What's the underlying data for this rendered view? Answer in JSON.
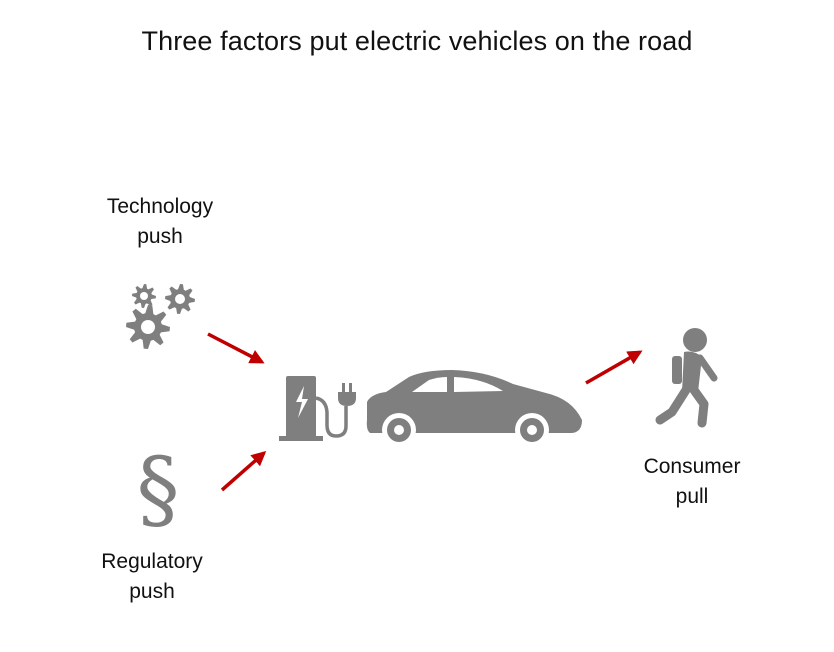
{
  "title": "Three factors put electric vehicles on the road",
  "nodes": {
    "technology": {
      "line1": "Technology",
      "line2": "push",
      "icon": "gears-icon"
    },
    "regulatory": {
      "line1": "Regulatory",
      "line2": "push",
      "icon": "section-sign-icon",
      "glyph": "§"
    },
    "consumer": {
      "line1": "Consumer",
      "line2": "pull",
      "icon": "walking-person-icon"
    },
    "center": {
      "icons": [
        "charging-station-icon",
        "plug-icon",
        "car-icon"
      ]
    }
  },
  "colors": {
    "arrow": "#c00000",
    "icon": "#7f7f7f",
    "text": "#111111"
  }
}
